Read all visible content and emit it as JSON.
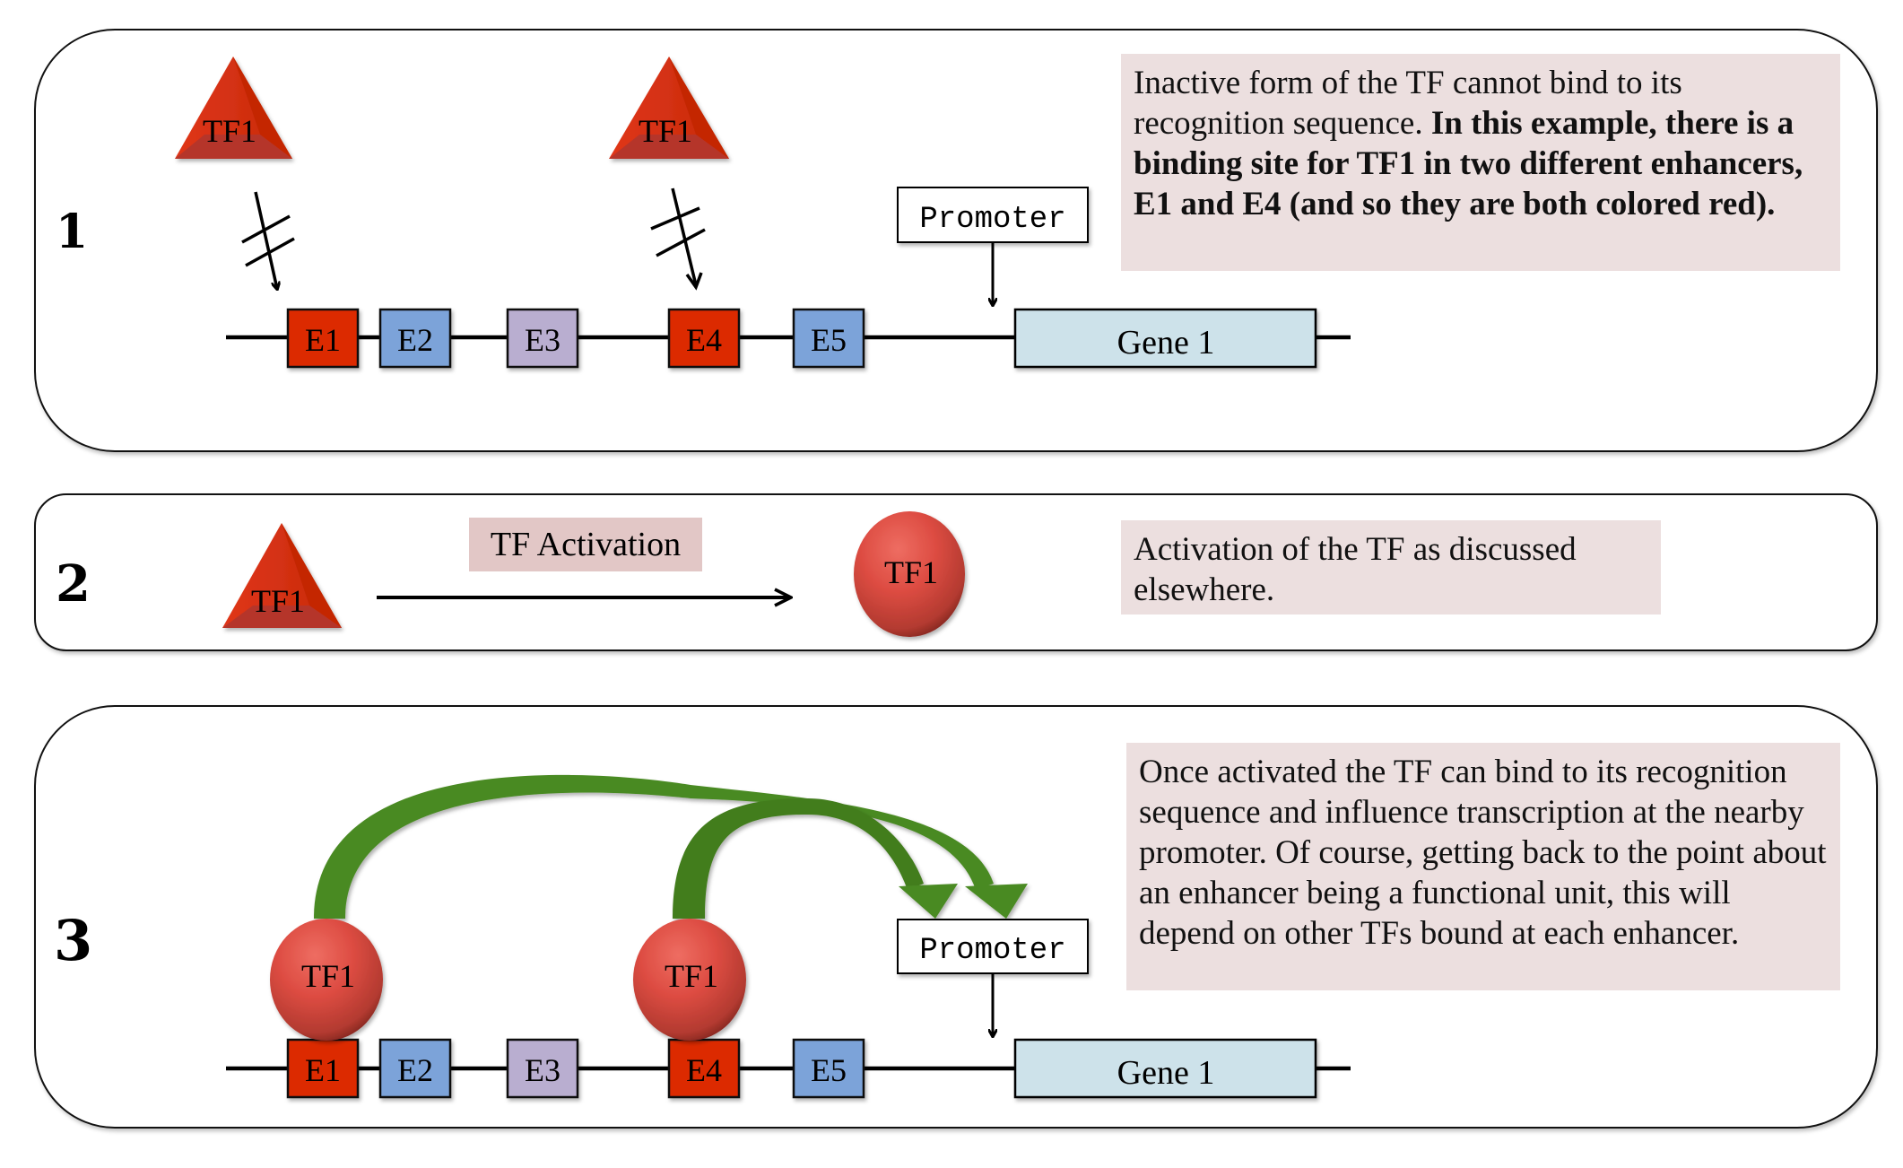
{
  "colors": {
    "tf_red": "#d9300f",
    "enhancer_red": "#dc2a05",
    "enhancer_blue": "#7ba3d9",
    "enhancer_purple": "#b9aed0",
    "gene_fill": "#cde2ea",
    "arrow_green": "#4a8a23",
    "note_bg": "#ecdfdf",
    "activation_bg": "#e2c7c6"
  },
  "panels": [
    {
      "step": "1",
      "tf_labels": [
        "TF1",
        "TF1"
      ],
      "tf_shape": "triangle-inactive",
      "binding_blocked": true,
      "promoter_label": "Promoter",
      "enhancers": [
        {
          "label": "E1",
          "type": "red"
        },
        {
          "label": "E2",
          "type": "blue"
        },
        {
          "label": "E3",
          "type": "purple"
        },
        {
          "label": "E4",
          "type": "red"
        },
        {
          "label": "E5",
          "type": "blue"
        }
      ],
      "gene_label": "Gene 1",
      "note_plain": "Inactive form of the TF cannot bind to its recognition sequence. ",
      "note_bold": "In this example, there is a binding site for TF1 in two different enhancers, E1 and E4 (and so they are both colored red)."
    },
    {
      "step": "2",
      "tf_inactive_label": "TF1",
      "activation_label": "TF Activation",
      "tf_active_label": "TF1",
      "note": "Activation of the TF as discussed elsewhere."
    },
    {
      "step": "3",
      "tf_labels": [
        "TF1",
        "TF1"
      ],
      "tf_shape": "ellipse-active",
      "promoter_label": "Promoter",
      "enhancers": [
        {
          "label": "E1",
          "type": "red"
        },
        {
          "label": "E2",
          "type": "blue"
        },
        {
          "label": "E3",
          "type": "purple"
        },
        {
          "label": "E4",
          "type": "red"
        },
        {
          "label": "E5",
          "type": "blue"
        }
      ],
      "gene_label": "Gene 1",
      "note": "Once activated the TF can bind to its recognition sequence and influence transcription at the nearby promoter. Of course, getting back to the point about an enhancer being a functional unit, this will depend on other TFs bound at each enhancer."
    }
  ]
}
